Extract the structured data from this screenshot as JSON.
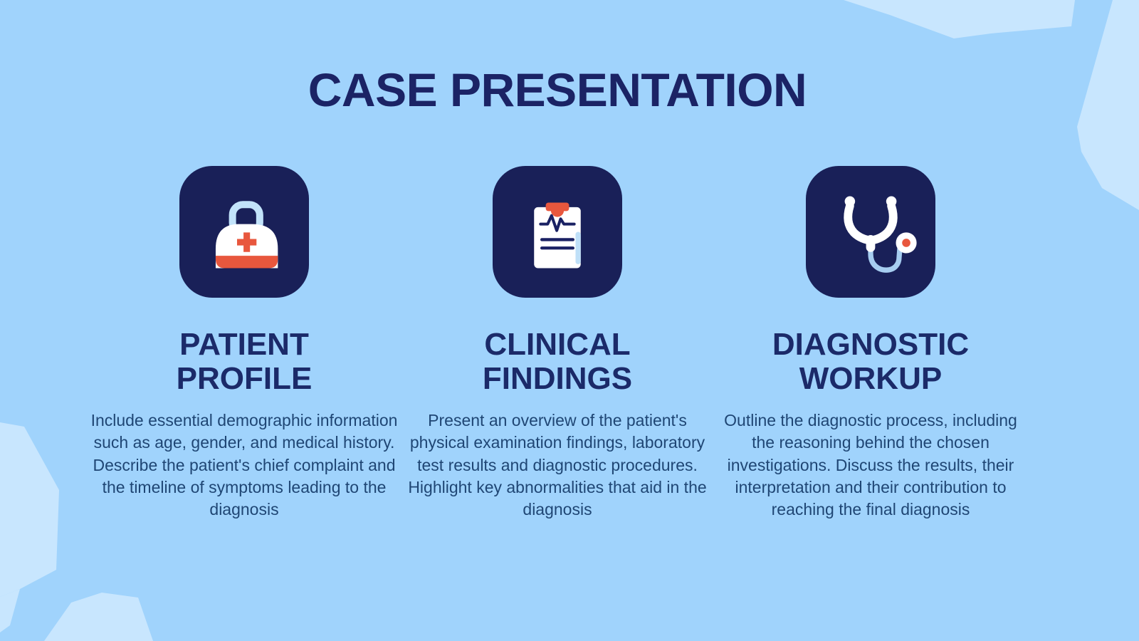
{
  "slide": {
    "title": "CASE PRESENTATION",
    "columns": [
      {
        "icon": "medical-bag-icon",
        "heading": "PATIENT PROFILE",
        "body": "Include essential demographic information such as age, gender, and medical history. Describe the patient's chief complaint and the timeline of symptoms leading to the diagnosis"
      },
      {
        "icon": "clipboard-icon",
        "heading": "CLINICAL FINDINGS",
        "body": "Present an overview of the patient's physical examination findings, laboratory test results and diagnostic procedures. Highlight key abnormalities that aid in the diagnosis"
      },
      {
        "icon": "stethoscope-icon",
        "heading": "DIAGNOSTIC WORKUP",
        "body": "Outline the diagnostic process, including the reasoning behind the chosen investigations. Discuss the results, their interpretation and their contribution to reaching the final diagnosis"
      }
    ],
    "colors": {
      "background": "#A0D3FC",
      "background_light_shapes": "#C8E6FE",
      "tile_navy": "#192058",
      "title_navy": "#1B2365",
      "heading_navy": "#1B2A69",
      "body_text": "#1F4674",
      "accent_red": "#E8573D",
      "accent_light_blue": "#C2E3FA",
      "tube_blue": "#A6CDF0"
    }
  }
}
